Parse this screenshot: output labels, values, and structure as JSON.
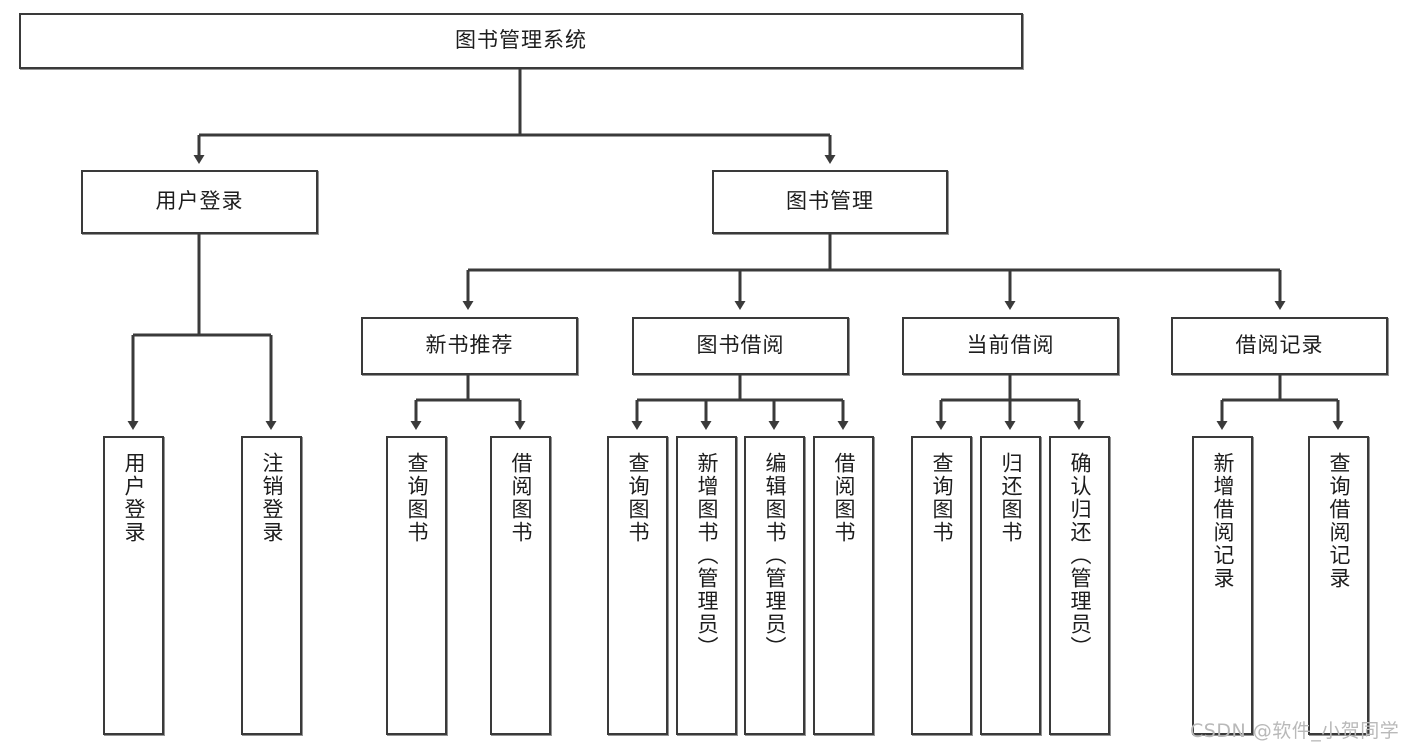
{
  "diagram": {
    "type": "tree",
    "title": "图书管理系统",
    "orientation": "top-down",
    "background_color": "#ffffff",
    "node_border_color": "#3a3a3a",
    "node_fill_color": "#ffffff",
    "text_color": "#1d1d1d"
  },
  "nodes": {
    "root": {
      "label": "图书管理系统",
      "level": 1,
      "text_direction": "horizontal"
    },
    "user_login": {
      "label": "用户登录",
      "level": 2,
      "text_direction": "horizontal"
    },
    "book_manage": {
      "label": "图书管理",
      "level": 2,
      "text_direction": "horizontal"
    },
    "new_book_rec": {
      "label": "新书推荐",
      "level": 3,
      "text_direction": "horizontal"
    },
    "book_borrow": {
      "label": "图书借阅",
      "level": 3,
      "text_direction": "horizontal"
    },
    "current_borrow": {
      "label": "当前借阅",
      "level": 3,
      "text_direction": "horizontal"
    },
    "borrow_record": {
      "label": "借阅记录",
      "level": 3,
      "text_direction": "horizontal"
    },
    "leaf_user_login": {
      "label": "用户登录",
      "level": 4,
      "text_direction": "vertical"
    },
    "leaf_logout": {
      "label": "注销登录",
      "level": 4,
      "text_direction": "vertical"
    },
    "leaf_query_book_1": {
      "label": "查询图书",
      "level": 4,
      "text_direction": "vertical"
    },
    "leaf_borrow_book_1": {
      "label": "借阅图书",
      "level": 4,
      "text_direction": "vertical"
    },
    "leaf_query_book_2": {
      "label": "查询图书",
      "level": 4,
      "text_direction": "vertical"
    },
    "leaf_add_book": {
      "label": "新增图书（管理员）",
      "level": 4,
      "text_direction": "vertical"
    },
    "leaf_edit_book": {
      "label": "编辑图书（管理员）",
      "level": 4,
      "text_direction": "vertical"
    },
    "leaf_borrow_book_2": {
      "label": "借阅图书",
      "level": 4,
      "text_direction": "vertical"
    },
    "leaf_query_book_3": {
      "label": "查询图书",
      "level": 4,
      "text_direction": "vertical"
    },
    "leaf_return_book": {
      "label": "归还图书",
      "level": 4,
      "text_direction": "vertical"
    },
    "leaf_confirm_return": {
      "label": "确认归还（管理员）",
      "level": 4,
      "text_direction": "vertical"
    },
    "leaf_add_record": {
      "label": "新增借阅记录",
      "level": 4,
      "text_direction": "vertical"
    },
    "leaf_query_record": {
      "label": "查询借阅记录",
      "level": 4,
      "text_direction": "vertical"
    }
  },
  "edges": [
    {
      "from": "root",
      "to": "user_login"
    },
    {
      "from": "root",
      "to": "book_manage"
    },
    {
      "from": "user_login",
      "to": "leaf_user_login"
    },
    {
      "from": "user_login",
      "to": "leaf_logout"
    },
    {
      "from": "book_manage",
      "to": "new_book_rec"
    },
    {
      "from": "book_manage",
      "to": "book_borrow"
    },
    {
      "from": "book_manage",
      "to": "current_borrow"
    },
    {
      "from": "book_manage",
      "to": "borrow_record"
    },
    {
      "from": "new_book_rec",
      "to": "leaf_query_book_1"
    },
    {
      "from": "new_book_rec",
      "to": "leaf_borrow_book_1"
    },
    {
      "from": "book_borrow",
      "to": "leaf_query_book_2"
    },
    {
      "from": "book_borrow",
      "to": "leaf_add_book"
    },
    {
      "from": "book_borrow",
      "to": "leaf_edit_book"
    },
    {
      "from": "book_borrow",
      "to": "leaf_borrow_book_2"
    },
    {
      "from": "current_borrow",
      "to": "leaf_query_book_3"
    },
    {
      "from": "current_borrow",
      "to": "leaf_return_book"
    },
    {
      "from": "current_borrow",
      "to": "leaf_confirm_return"
    },
    {
      "from": "borrow_record",
      "to": "leaf_add_record"
    },
    {
      "from": "borrow_record",
      "to": "leaf_query_record"
    }
  ],
  "watermark": {
    "text": "CSDN @软件_小贺同学",
    "color": "#b9b9b9"
  }
}
